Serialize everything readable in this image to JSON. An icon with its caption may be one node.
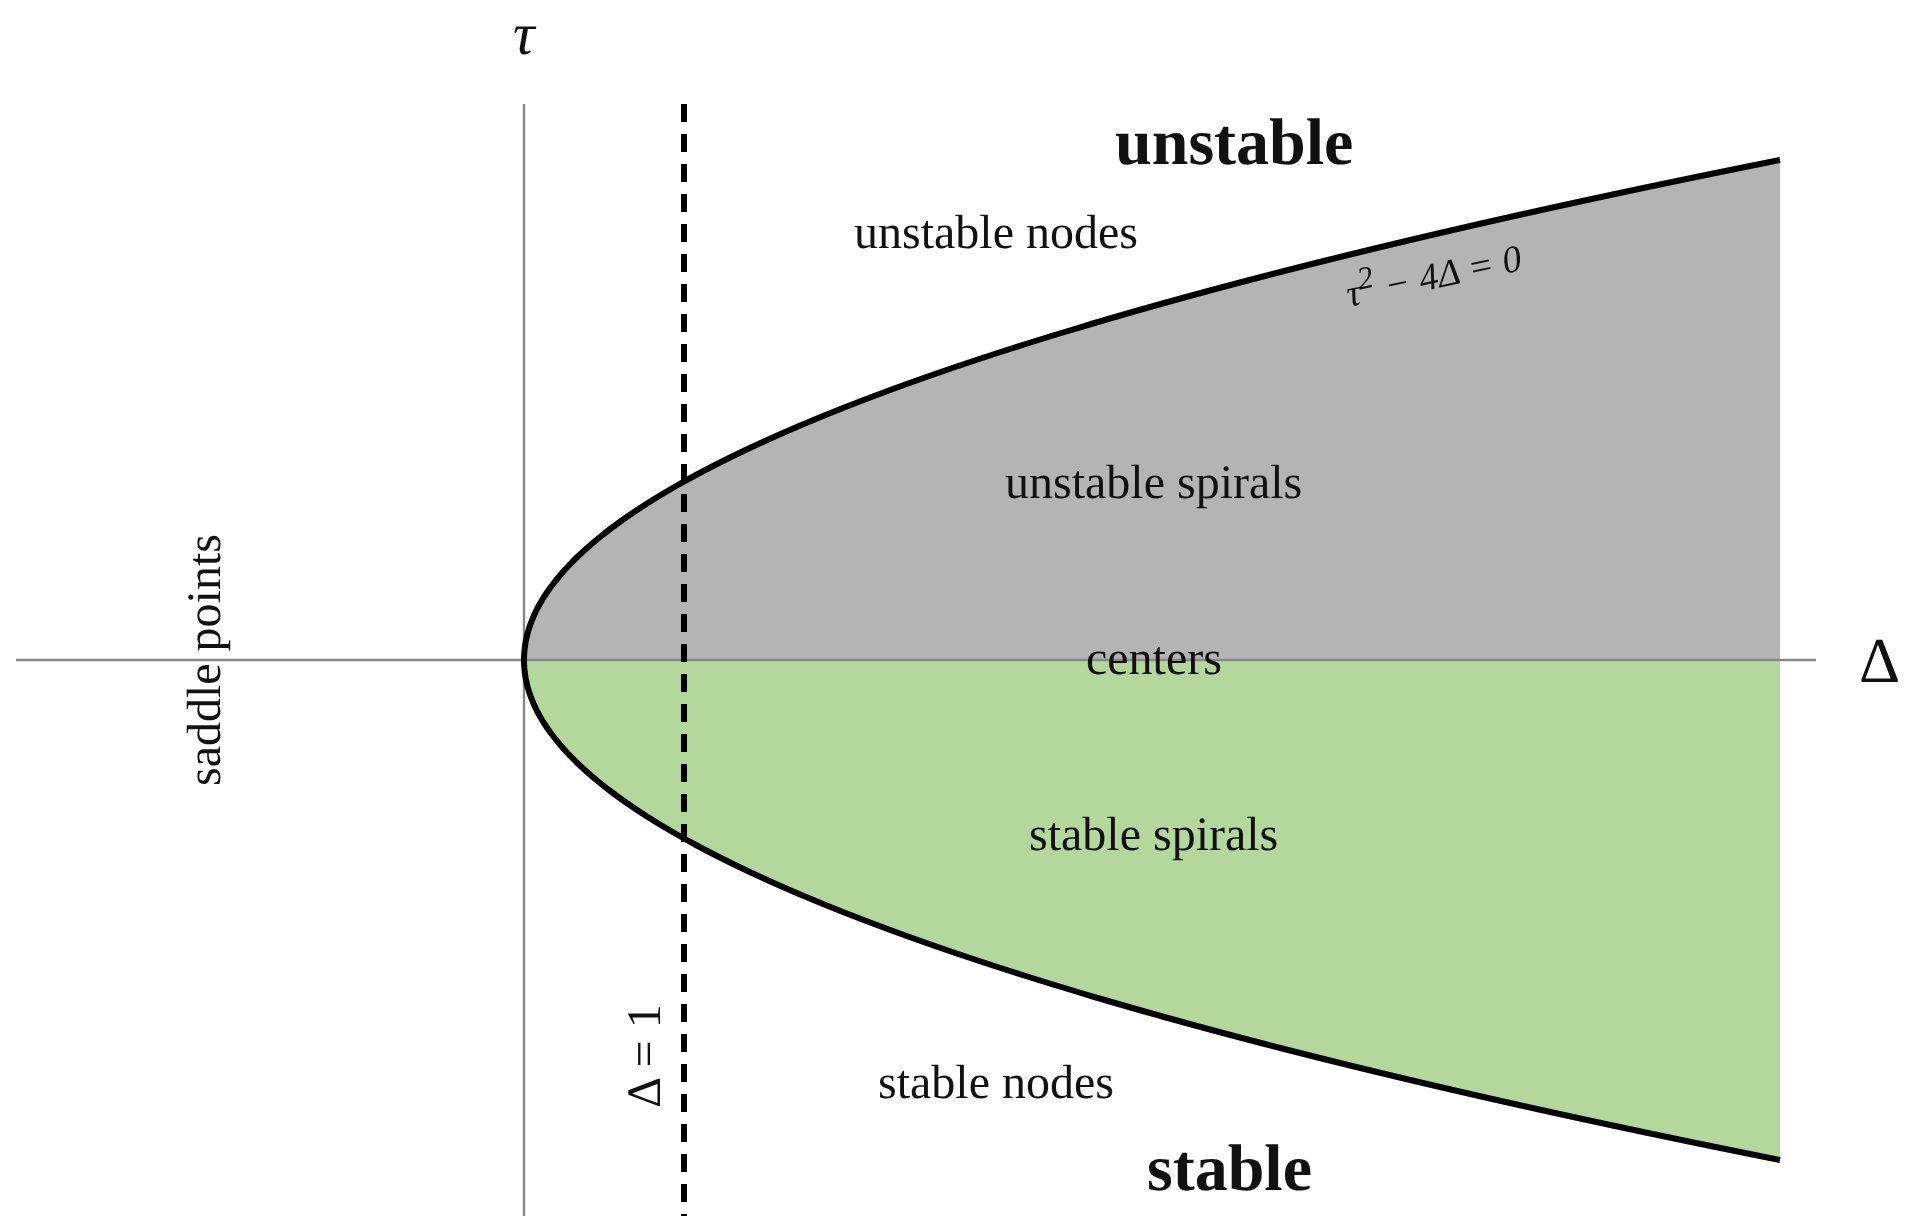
{
  "diagram": {
    "labels": [
      "τ",
      "unstable",
      "unstable nodes",
      "τ$^{2}$ − 4Δ = 0",
      "unstable spirals",
      "saddle points",
      "centers",
      "Δ",
      "stable spirals",
      "Δ = 1",
      "stable nodes",
      "stable"
    ]
  }
}
